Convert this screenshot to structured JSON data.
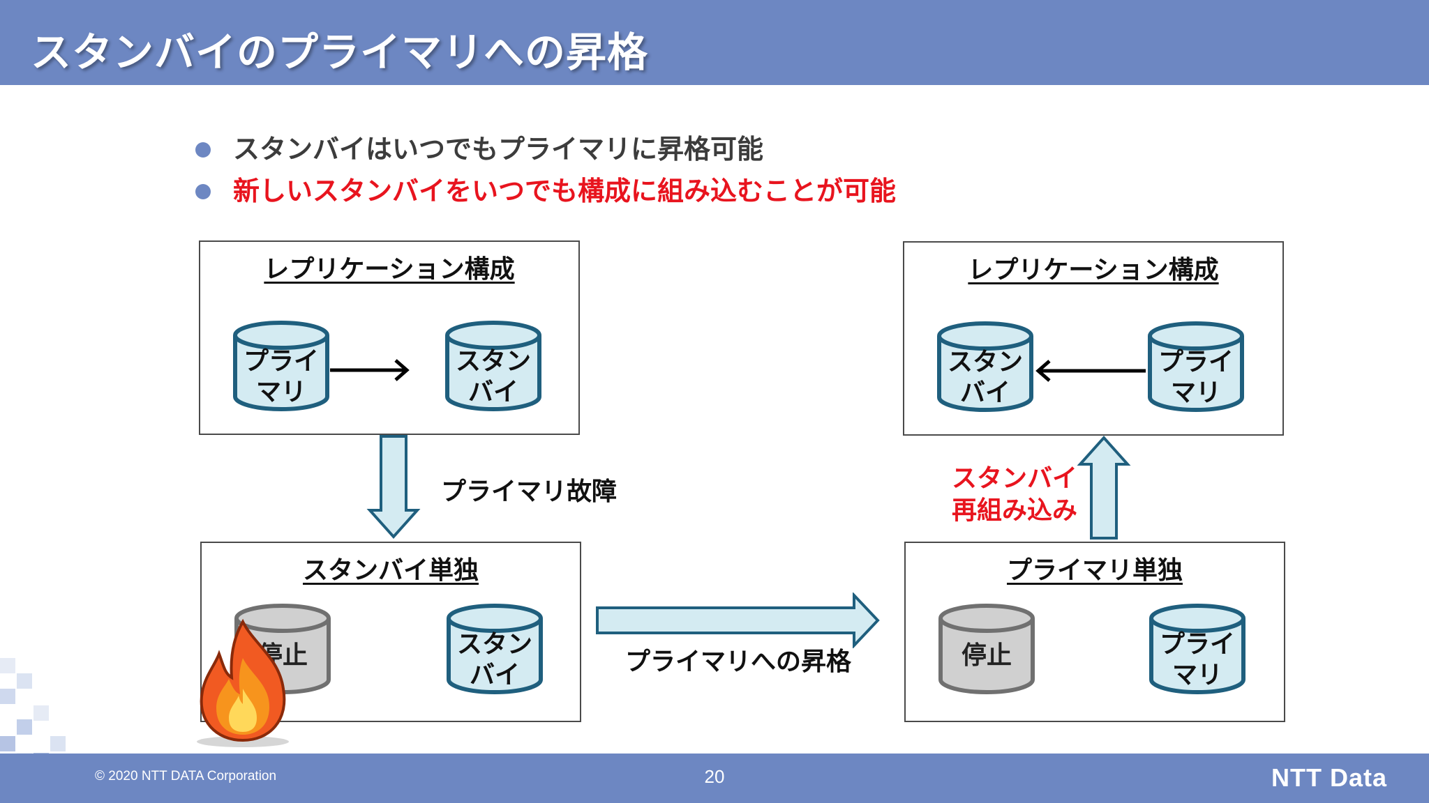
{
  "header": {
    "title": "スタンバイのプライマリへの昇格"
  },
  "bullets": [
    {
      "text": "スタンバイはいつでもプライマリに昇格可能"
    },
    {
      "text": "新しいスタンバイをいつでも構成に組み込むことが可能"
    }
  ],
  "panels": {
    "top_left": {
      "title": "レプリケーション構成",
      "left_db": "プライ\nマリ",
      "right_db": "スタン\nバイ"
    },
    "bottom_left": {
      "title": "スタンバイ単独",
      "left_db": "停止",
      "right_db": "スタン\nバイ"
    },
    "top_right": {
      "title": "レプリケーション構成",
      "left_db": "スタン\nバイ",
      "right_db": "プライ\nマリ"
    },
    "bottom_right": {
      "title": "プライマリ単独",
      "left_db": "停止",
      "right_db": "プライ\nマリ"
    }
  },
  "flows": {
    "down": "プライマリ故障",
    "right": "プライマリへの昇格",
    "up_line1": "スタンバイ",
    "up_line2": "再組み込み"
  },
  "footer": {
    "copyright": "© 2020 NTT DATA Corporation",
    "page": "20",
    "logo": "NTT Data"
  },
  "colors": {
    "header_bg": "#6d87c2",
    "db_fill": "#d4ebf2",
    "db_stroke": "#1f5f7e",
    "db_stopped_fill": "#d0d0d0",
    "db_stopped_stroke": "#707070",
    "accent_red": "#e8141e"
  },
  "icons": {
    "fire": "fire-icon",
    "bullet": "bullet-dot-icon"
  }
}
